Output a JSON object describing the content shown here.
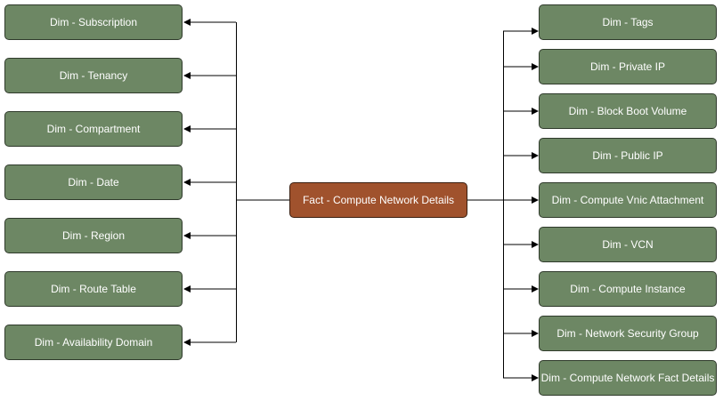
{
  "fact": {
    "label": "Fact - Compute Network Details"
  },
  "left_dims": [
    {
      "label": "Dim - Subscription"
    },
    {
      "label": "Dim - Tenancy"
    },
    {
      "label": "Dim - Compartment"
    },
    {
      "label": "Dim - Date"
    },
    {
      "label": "Dim - Region"
    },
    {
      "label": "Dim - Route Table"
    },
    {
      "label": "Dim - Availability Domain"
    }
  ],
  "right_dims": [
    {
      "label": "Dim - Tags"
    },
    {
      "label": "Dim - Private IP"
    },
    {
      "label": "Dim - Block Boot Volume"
    },
    {
      "label": "Dim - Public IP"
    },
    {
      "label": "Dim - Compute Vnic Attachment"
    },
    {
      "label": "Dim - VCN"
    },
    {
      "label": "Dim - Compute Instance"
    },
    {
      "label": "Dim - Network Security Group"
    },
    {
      "label": "Dim - Compute Network Fact Details"
    }
  ],
  "colors": {
    "dim_fill": "#6d8764",
    "fact_fill": "#a0522d",
    "edge": "#000000"
  }
}
